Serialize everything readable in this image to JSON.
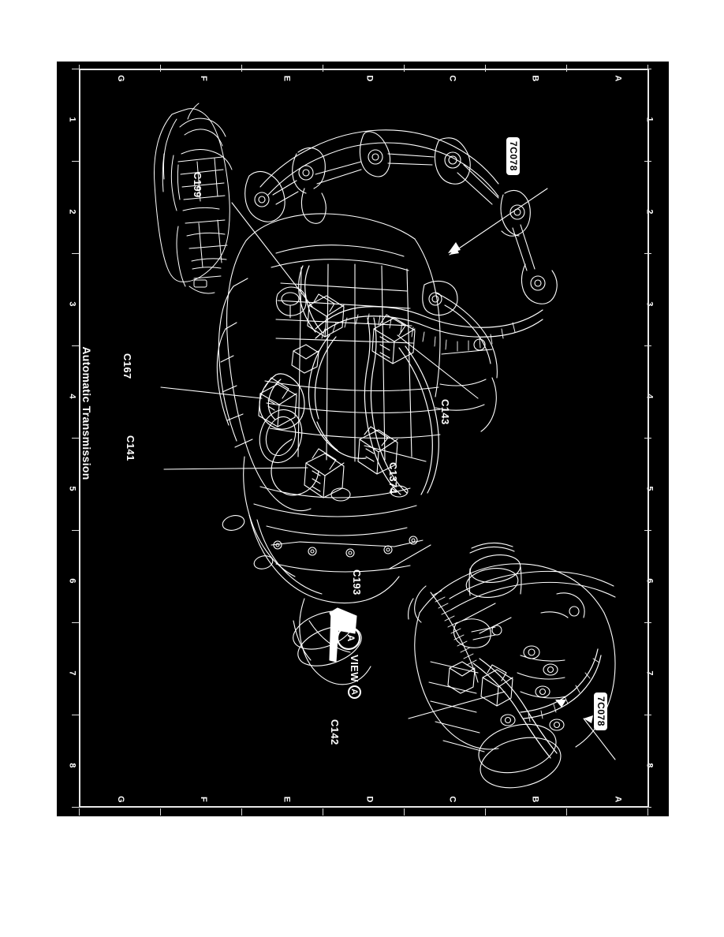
{
  "plate": {
    "title": "Automatic Transmission",
    "background_color": "#000000",
    "line_color": "#ffffff",
    "page_color": "#ffffff"
  },
  "grid": {
    "columns": [
      "G",
      "F",
      "E",
      "D",
      "C",
      "B",
      "A"
    ],
    "rows": [
      "1",
      "2",
      "3",
      "4",
      "5",
      "6",
      "7",
      "8"
    ],
    "note": "zone letters repeat on top and bottom edges; zone numbers repeat on left and right edges"
  },
  "callouts": [
    {
      "id": "c199",
      "label": "C199",
      "kind": "connector"
    },
    {
      "id": "c167",
      "label": "C167",
      "kind": "connector"
    },
    {
      "id": "c141",
      "label": "C141",
      "kind": "connector"
    },
    {
      "id": "c193",
      "label": "C193",
      "kind": "connector"
    },
    {
      "id": "c1374",
      "label": "C1374",
      "kind": "connector"
    },
    {
      "id": "c143",
      "label": "C143",
      "kind": "connector"
    },
    {
      "id": "c142",
      "label": "C142",
      "kind": "connector"
    }
  ],
  "part_tags": [
    {
      "id": "tag-top",
      "label": "7C078"
    },
    {
      "id": "tag-bottom",
      "label": "7C078"
    }
  ],
  "view_callout": {
    "arrow_letter": "A",
    "caption_text": "VIEW",
    "caption_letter": "A"
  }
}
